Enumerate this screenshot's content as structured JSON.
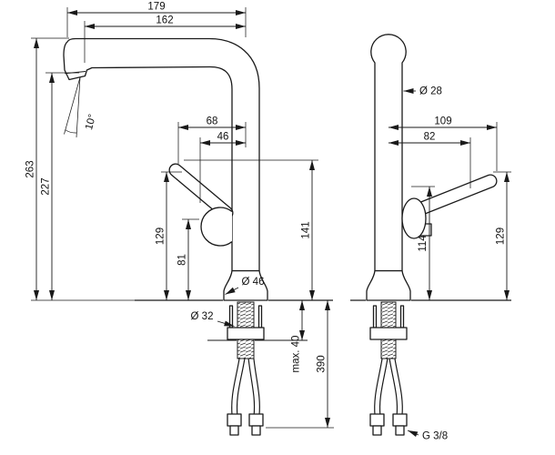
{
  "drawing": {
    "background": "#ffffff",
    "line_color": "#1a1a1a",
    "side_view": {
      "spout_reach": "179",
      "aerator_reach": "162",
      "total_height": "263",
      "outlet_height": "227",
      "outlet_angle": "10°",
      "handle_tip_offset": "68",
      "handle_pivot_offset": "46",
      "handle_max_height": "141",
      "handle_tip_height": "129",
      "handle_pivot_height": "81",
      "base_diameter": "Ø 46",
      "mounting_hole_diameter": "Ø 32",
      "max_deck_thickness": "max. 40",
      "below_deck_length": "390"
    },
    "front_view": {
      "body_diameter": "Ø 28",
      "handle_tip_offset": "109",
      "handle_pivot_offset": "82",
      "handle_tip_height": "129",
      "handle_pivot_height": "114",
      "connection_thread": "G 3/8"
    }
  }
}
